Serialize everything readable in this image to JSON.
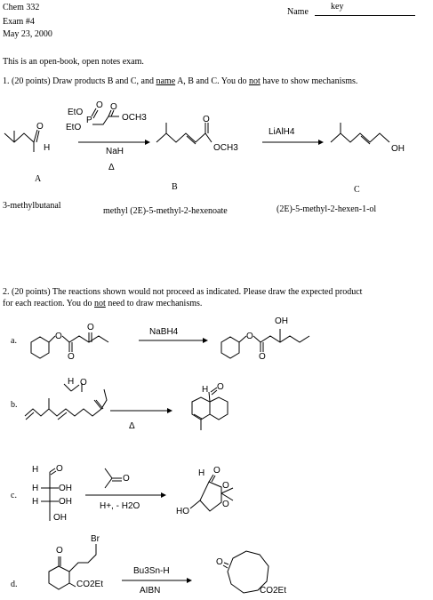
{
  "header": {
    "course": "Chem 332",
    "exam": "Exam #4",
    "date": "May 23, 2000",
    "name_label": "Name",
    "name_value": "key"
  },
  "intro": "This is an open-book, open notes exam.",
  "q1": {
    "prefix": "1.  (20 points) Draw products B and C, and ",
    "name_word": "name",
    "middle": " A, B and C. You do ",
    "not_word": "not",
    "suffix": " have to show mechanisms.",
    "reagents": {
      "phosphonate_eto1": "EtO",
      "phosphonate_p": "P",
      "phosphonate_o": "O",
      "phosphonate_eto2": "EtO",
      "phosphonate_o2": "O",
      "phosphonate_och3": "OCH3",
      "base": "NaH",
      "heat": "Δ",
      "reductant": "LiAlH4"
    },
    "atoms": {
      "aldehyde_o": "O",
      "aldehyde_h": "H",
      "ester_o": "O",
      "ester_och3": "OCH3",
      "alcohol_oh": "OH"
    },
    "labels": {
      "A": "A",
      "B": "B",
      "C": "C"
    },
    "names": {
      "A": "3-methylbutanal",
      "B": "methyl (2E)-5-methyl-2-hexenoate",
      "C": "(2E)-5-methyl-2-hexen-1-ol"
    }
  },
  "q2": {
    "line1": "2.  (20 points)  The reactions shown would not proceed as indicated.  Please draw the expected product",
    "line2_prefix": "for each reaction. You do ",
    "not_word": "not",
    "line2_suffix": " need to draw mechanisms.",
    "a": {
      "label": "a.",
      "reagent": "NaBH4",
      "o1": "O",
      "o2": "O",
      "o3": "O",
      "o4": "O",
      "oh": "OH"
    },
    "b": {
      "label": "b.",
      "reagent": "Δ",
      "h1": "H",
      "o1": "O",
      "h2": "H",
      "o2": "O"
    },
    "c": {
      "label": "c.",
      "reagent": "H+, - H2O",
      "acetone_o": "O",
      "h": "H",
      "o": "O",
      "oh1": "OH",
      "oh2": "OH",
      "oh3": "OH",
      "h1": "H",
      "h2": "H",
      "p_h": "H",
      "p_o": "O",
      "p_o1": "O",
      "p_o2": "O",
      "p_ho": "HO"
    },
    "d": {
      "label": "d.",
      "reagent1": "Bu3Sn-H",
      "reagent2": "AIBN",
      "br": "Br",
      "o": "O",
      "co2et": "CO2Et",
      "p_o": "O",
      "p_co2et": "CO2Et"
    }
  }
}
